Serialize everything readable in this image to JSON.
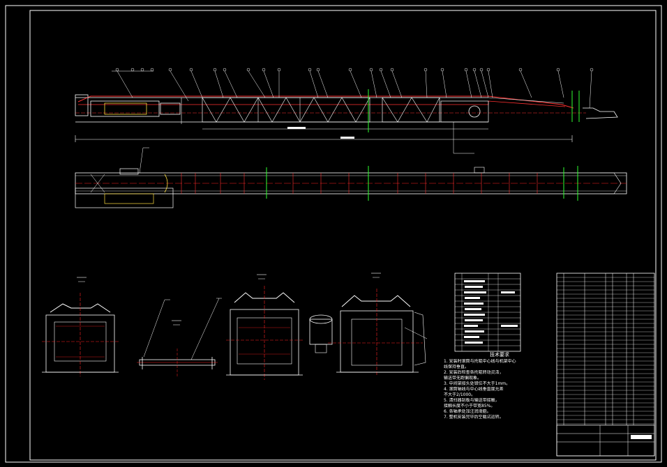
{
  "drawing": {
    "background": "#000000",
    "line_colors": {
      "main": "#ffffff",
      "belt": "#ff3030",
      "centerline": "#ff2020",
      "marker": "#30ff30",
      "leader": "#ffffff"
    }
  },
  "technical_notes": {
    "title": "技术要求",
    "lines": [
      "1. 安装时滚筒与托辊中心线与机架中心",
      "   线保持垂直。",
      "2. 安装后检查各托辊转动灵活，",
      "   输送带无跑偏现象。",
      "3. 中间架接头处错位不大于1mm。",
      "4. 滚筒轴线与中心线垂直度允差",
      "   不大于2/1000。",
      "5. 清扫器刮板与输送带接触，",
      "   接触长度不小于带宽85%。",
      "6. 各轴承处加注润滑脂。",
      "7. 整机安装完毕后空载试运转。"
    ]
  }
}
